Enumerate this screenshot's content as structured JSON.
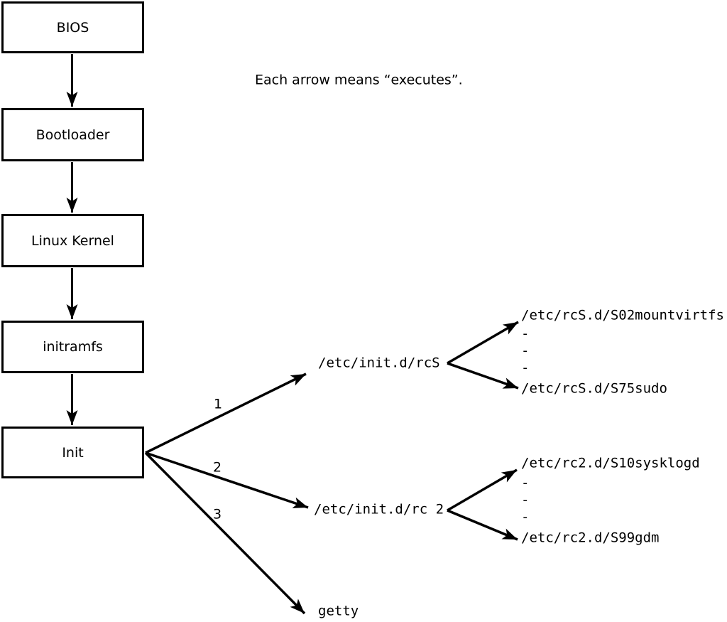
{
  "diagram": {
    "caption": "Each arrow means “executes”.",
    "boot_chain": [
      {
        "label": "BIOS"
      },
      {
        "label": "Bootloader"
      },
      {
        "label": "Linux Kernel"
      },
      {
        "label": "initramfs"
      },
      {
        "label": "Init"
      }
    ],
    "arrow_labels": {
      "rcS": "1",
      "rc2": "2",
      "getty": "3"
    },
    "targets": {
      "rcS": "/etc/init.d/rcS",
      "rc2": "/etc/init.d/rc 2",
      "getty": "getty"
    },
    "rcS_scripts": {
      "first": "/etc/rcS.d/S02mountvirtfs",
      "ellipsis": [
        "-",
        "-",
        "-"
      ],
      "last": "/etc/rcS.d/S75sudo"
    },
    "rc2_scripts": {
      "first": "/etc/rc2.d/S10sysklogd",
      "ellipsis": [
        "-",
        "-",
        "-"
      ],
      "last": "/etc/rc2.d/S99gdm"
    }
  },
  "colors": {
    "line": "#000000",
    "background": "#ffffff",
    "box_fill": "#ffffff",
    "text": "#000000"
  }
}
